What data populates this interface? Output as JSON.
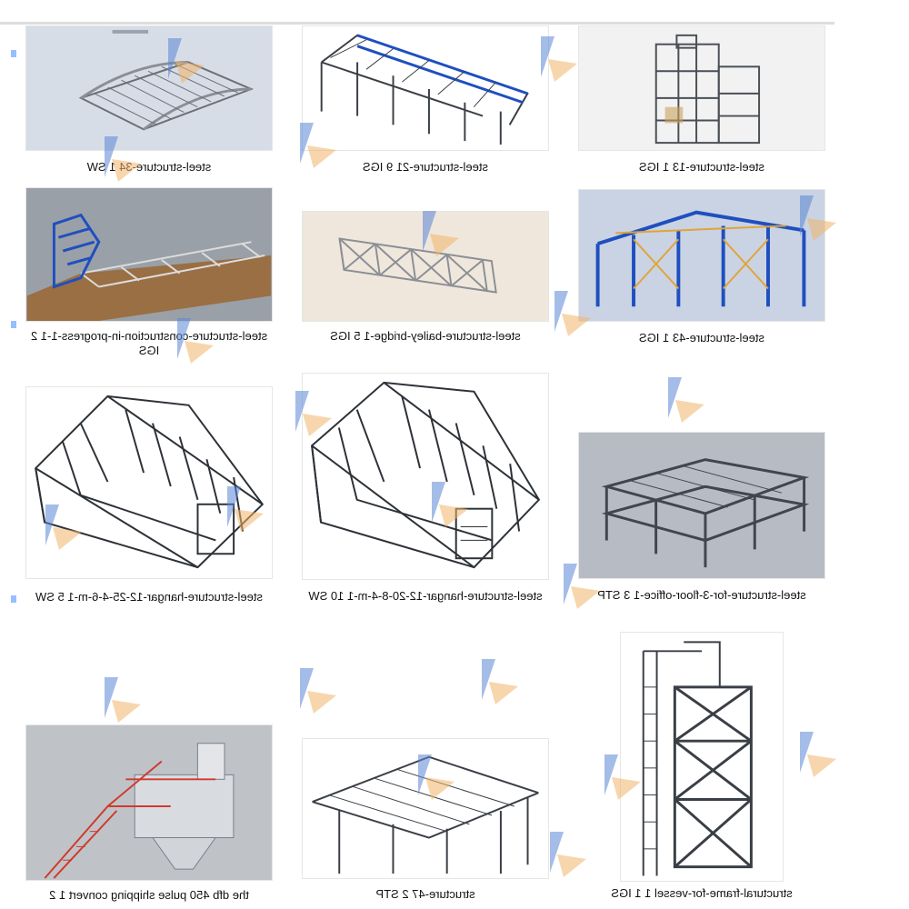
{
  "gallery": {
    "items": [
      {
        "name": "steel-structure-34 1 SW",
        "thumb_bg": "#d7dde6"
      },
      {
        "name": "steel-structure-21 9 IGS",
        "thumb_bg": "#ffffff"
      },
      {
        "name": "steel-structure-13 1 IGS",
        "thumb_bg": "#f2f2f2"
      },
      {
        "name": "steel-structure-construction-in-progress-1-1 2 IGS",
        "thumb_bg": "#9aa0a7"
      },
      {
        "name": "steel-structure-bailey-bridge-1 5 IGS",
        "thumb_bg": "#efe7dc"
      },
      {
        "name": "steel-structure-43 1 IGS",
        "thumb_bg": "#c9d3e3"
      },
      {
        "name": "steel-structure-hangar-12-25-4-6-m-1 5 SW",
        "thumb_bg": "#ffffff"
      },
      {
        "name": "steel-structure-hangar-12-20-8-4-m-1 10 SW",
        "thumb_bg": "#ffffff"
      },
      {
        "name": "steel-structure-for-3-floor-office-1 3 STP",
        "thumb_bg": "#b7bcc4"
      },
      {
        "name": "the dfb 450 pulse shipping convert 1 2",
        "thumb_bg": "#bfc3c8"
      },
      {
        "name": "structure-47 2 STP",
        "thumb_bg": "#ffffff"
      },
      {
        "name": "structural-frame-for-vessel 1 1 IGS",
        "thumb_bg": "#ffffff"
      }
    ]
  },
  "colors": {
    "watermark_blue": "#5b86d6",
    "watermark_orange": "#f2b56b",
    "steel_dark": "#3a3f46",
    "steel_blue": "#1f4fbf"
  }
}
